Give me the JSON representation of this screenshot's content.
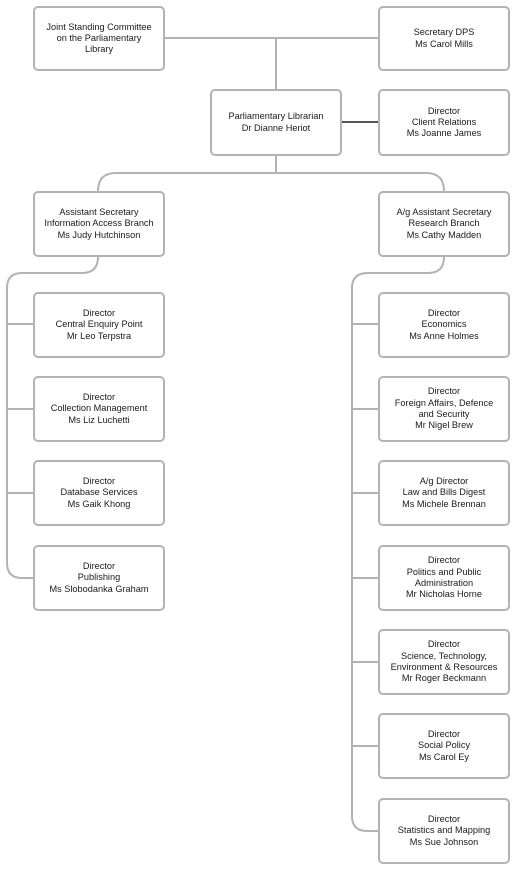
{
  "top": {
    "committee": {
      "line1": "Joint Standing Committee",
      "line2": "on the Parliamentary",
      "line3": "Library"
    },
    "secretary": {
      "title": "Secretary DPS",
      "name": "Ms Carol Mills"
    },
    "librarian": {
      "title": "Parliamentary Librarian",
      "name": "Dr Dianne Heriot"
    },
    "client_relations": {
      "title": "Director",
      "unit": "Client Relations",
      "name": "Ms Joanne James"
    }
  },
  "branches": {
    "information_access": {
      "head": {
        "title": "Assistant Secretary",
        "unit": "Information Access Branch",
        "name": "Ms Judy Hutchinson"
      },
      "directors": [
        {
          "title": "Director",
          "unit_lines": [
            "Central Enquiry Point"
          ],
          "name": "Mr Leo Terpstra"
        },
        {
          "title": "Director",
          "unit_lines": [
            "Collection Management"
          ],
          "name": "Ms Liz Luchetti"
        },
        {
          "title": "Director",
          "unit_lines": [
            "Database Services"
          ],
          "name": "Ms Gaik Khong"
        },
        {
          "title": "Director",
          "unit_lines": [
            "Publishing"
          ],
          "name": "Ms Slobodanka Graham"
        }
      ]
    },
    "research": {
      "head": {
        "title": "A/g Assistant Secretary",
        "unit": "Research Branch",
        "name": "Ms Cathy Madden"
      },
      "directors": [
        {
          "title": "Director",
          "unit_lines": [
            "Economics"
          ],
          "name": "Ms Anne Holmes"
        },
        {
          "title": "Director",
          "unit_lines": [
            "Foreign Affairs, Defence",
            "and Security"
          ],
          "name": "Mr Nigel Brew"
        },
        {
          "title": "A/g Director",
          "unit_lines": [
            "Law and Bills Digest"
          ],
          "name": "Ms Michele Brennan"
        },
        {
          "title": "Director",
          "unit_lines": [
            "Politics and Public",
            "Administration"
          ],
          "name": "Mr Nicholas Horne"
        },
        {
          "title": "Director",
          "unit_lines": [
            "Science, Technology,",
            "Environment & Resources"
          ],
          "name": "Mr Roger Beckmann"
        },
        {
          "title": "Director",
          "unit_lines": [
            "Social Policy"
          ],
          "name": "Ms Carol Ey"
        },
        {
          "title": "Director",
          "unit_lines": [
            "Statistics and Mapping"
          ],
          "name": "Ms Sue Johnson"
        }
      ]
    }
  }
}
